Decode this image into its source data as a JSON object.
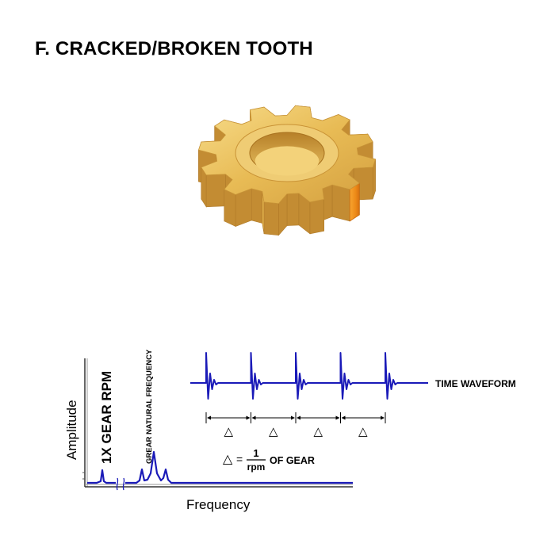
{
  "title": "F. CRACKED/BROKEN TOOTH",
  "spectrum": {
    "ylabel": "Amplitude",
    "xlabel": "Frequency",
    "peak_1x_label": "1X GEAR RPM",
    "peak_natural_label": "GREAR NATURAL FREQUENCY"
  },
  "waveform": {
    "label": "TIME WAVEFORM",
    "delta_symbol": "△",
    "formula_numerator": "1",
    "formula_denominator": "rpm",
    "formula_suffix": "OF GEAR",
    "impulse_count": 5,
    "interval_count": 4
  },
  "colors": {
    "trace": "#1a1ab8",
    "gear_light": "#f2cf72",
    "gear_mid": "#dca93e",
    "gear_dark": "#b9832a",
    "cracked_tooth": "#ee8c1c"
  },
  "icons": {
    "gear": "gear-icon"
  }
}
